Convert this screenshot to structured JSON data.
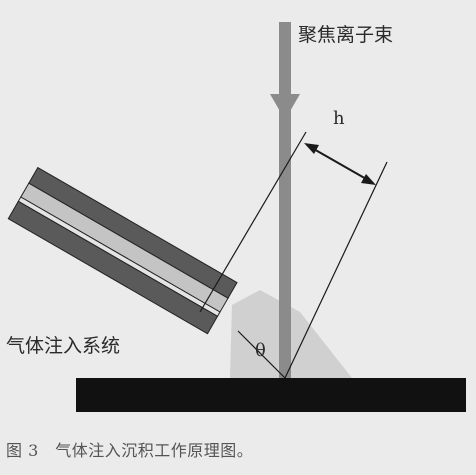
{
  "labels": {
    "ion_beam": "聚焦离子束",
    "distance": "h",
    "gas_injection": "气体注入系统",
    "angle": "θ"
  },
  "caption": "图 3　气体注入沉积工作原理图。",
  "colors": {
    "background": "#ebebeb",
    "beam": "#8b8b8b",
    "substrate": "#111111",
    "tube_dark": "#5a5a5a",
    "tube_light": "#c4c4c4",
    "gas_plume": "#d0d0d0",
    "lines": "#1a1a1a"
  }
}
